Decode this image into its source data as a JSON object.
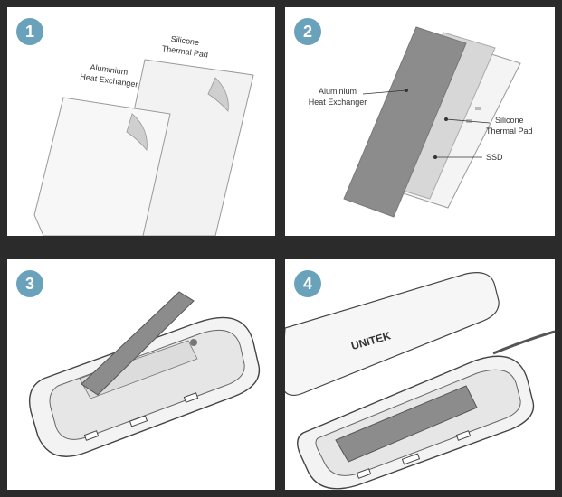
{
  "steps": [
    {
      "number": "1",
      "labels": {
        "heat_exchanger_line1": "Aluminium",
        "heat_exchanger_line2": "Heat Exchanger",
        "thermal_pad_line1": "Silicone",
        "thermal_pad_line2": "Thermal Pad"
      }
    },
    {
      "number": "2",
      "labels": {
        "heat_exchanger_line1": "Aluminium",
        "heat_exchanger_line2": "Heat Exchanger",
        "thermal_pad_line1": "Silicone",
        "thermal_pad_line2": "Thermal Pad",
        "ssd": "SSD"
      }
    },
    {
      "number": "3"
    },
    {
      "number": "4",
      "brand": "UNITEK"
    }
  ],
  "colors": {
    "badge": "#6aa2bc",
    "background": "#2b2b2b",
    "panel": "#ffffff",
    "heat_exchanger": "#8c8c8c"
  }
}
